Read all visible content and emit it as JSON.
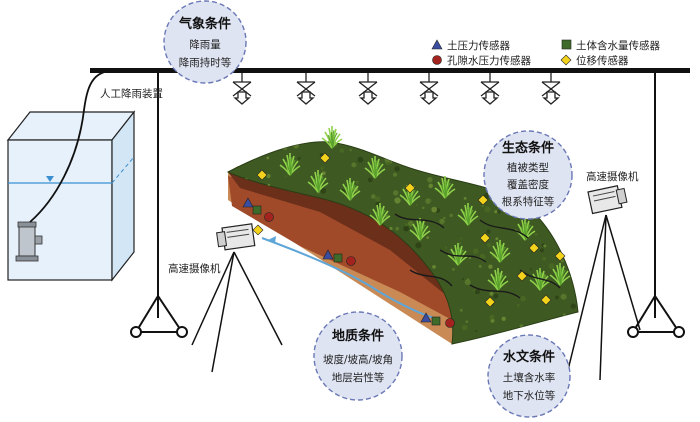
{
  "weather": {
    "title": "气象条件",
    "lines": [
      "降雨量",
      "降雨持时等"
    ]
  },
  "ecology": {
    "title": "生态条件",
    "lines": [
      "植被类型",
      "覆盖密度",
      "根系特征等"
    ]
  },
  "geology": {
    "title": "地质条件",
    "lines": [
      "坡度/坡高/坡角",
      "地层岩性等"
    ]
  },
  "hydrology": {
    "title": "水文条件",
    "lines": [
      "土壤含水率",
      "地下水位等"
    ]
  },
  "labels": {
    "rain_device": "人工降雨装置",
    "camera_left": "高速摄像机",
    "camera_right": "高速摄像机"
  },
  "legend": [
    {
      "symbol": "triangle",
      "color": "#3a4da0",
      "label": "土压力传感器"
    },
    {
      "symbol": "square",
      "color": "#3f6b2a",
      "label": "土体含水量传感器"
    },
    {
      "symbol": "circle",
      "color": "#a3231f",
      "label": "孔隙水压力传感器"
    },
    {
      "symbol": "diamond",
      "color": "#f2d21b",
      "label": "位移传感器"
    }
  ],
  "colors": {
    "bubble_fill": "#dfe4f2",
    "bubble_stroke": "#6a78b6",
    "soil_top": "#6b2f1a",
    "soil_mid": "#a04a2a",
    "soil_low": "#c98a55",
    "vegetation": "#3e5a22",
    "water_line": "#5fa6d8"
  }
}
